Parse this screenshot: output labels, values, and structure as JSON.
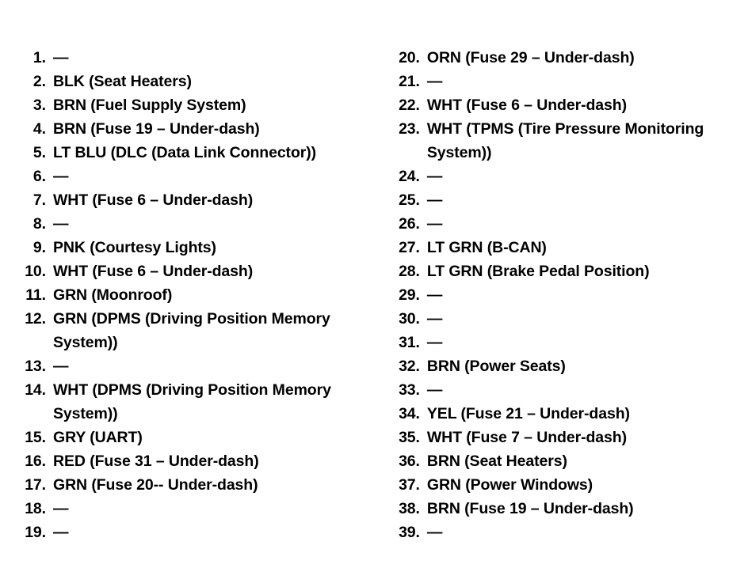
{
  "document": {
    "kind": "connector-terminal-legend",
    "empty_marker": "—",
    "columns": [
      {
        "name": "left",
        "entries": [
          {
            "number": "1.",
            "description": "—"
          },
          {
            "number": "2.",
            "description": "BLK (Seat Heaters)"
          },
          {
            "number": "3.",
            "description": "BRN (Fuel Supply System)"
          },
          {
            "number": "4.",
            "description": "BRN (Fuse 19 – Under-dash)"
          },
          {
            "number": "5.",
            "description": "LT BLU (DLC (Data Link Connector))"
          },
          {
            "number": "6.",
            "description": "—"
          },
          {
            "number": "7.",
            "description": "WHT (Fuse 6 – Under-dash)"
          },
          {
            "number": "8.",
            "description": "—"
          },
          {
            "number": "9.",
            "description": "PNK (Courtesy Lights)"
          },
          {
            "number": "10.",
            "description": "WHT (Fuse 6 – Under-dash)"
          },
          {
            "number": "11.",
            "description": "GRN (Moonroof)"
          },
          {
            "number": "12.",
            "description": "GRN (DPMS (Driving Position Memory System))"
          },
          {
            "number": "13.",
            "description": "—"
          },
          {
            "number": "14.",
            "description": "WHT (DPMS (Driving Position Memory System))"
          },
          {
            "number": "15.",
            "description": "GRY (UART)"
          },
          {
            "number": "16.",
            "description": "RED (Fuse 31 – Under-dash)"
          },
          {
            "number": "17.",
            "description": "GRN (Fuse 20-- Under-dash)"
          },
          {
            "number": "18.",
            "description": "—"
          },
          {
            "number": "19.",
            "description": "—"
          }
        ]
      },
      {
        "name": "right",
        "entries": [
          {
            "number": "20.",
            "description": "ORN (Fuse 29 – Under-dash)"
          },
          {
            "number": "21.",
            "description": "—"
          },
          {
            "number": "22.",
            "description": "WHT (Fuse 6 – Under-dash)"
          },
          {
            "number": "23.",
            "description": "WHT (TPMS (Tire Pressure Monitoring System))"
          },
          {
            "number": "24.",
            "description": "—"
          },
          {
            "number": "25.",
            "description": "—"
          },
          {
            "number": "26.",
            "description": "—"
          },
          {
            "number": "27.",
            "description": "LT GRN (B-CAN)"
          },
          {
            "number": "28.",
            "description": "LT GRN (Brake Pedal Position)"
          },
          {
            "number": "29.",
            "description": "—"
          },
          {
            "number": "30.",
            "description": "—"
          },
          {
            "number": "31.",
            "description": "—"
          },
          {
            "number": "32.",
            "description": "BRN (Power Seats)"
          },
          {
            "number": "33.",
            "description": "—"
          },
          {
            "number": "34.",
            "description": "YEL (Fuse 21 – Under-dash)"
          },
          {
            "number": "35.",
            "description": "WHT (Fuse 7 – Under-dash)"
          },
          {
            "number": "36.",
            "description": "BRN (Seat Heaters)"
          },
          {
            "number": "37.",
            "description": "GRN (Power Windows)"
          },
          {
            "number": "38.",
            "description": "BRN (Fuse 19 – Under-dash)"
          },
          {
            "number": "39.",
            "description": "—"
          }
        ]
      }
    ]
  },
  "colors": {
    "background": "#ffffff",
    "text": "#000000"
  }
}
